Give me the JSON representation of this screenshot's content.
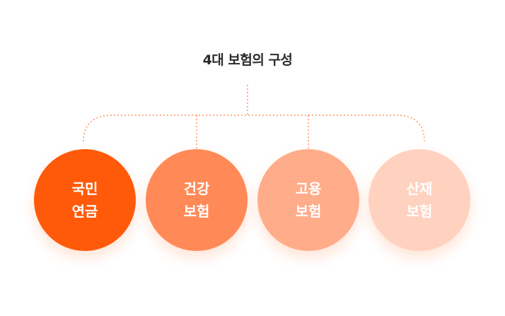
{
  "title": "4대 보험의 구성",
  "items": [
    {
      "line1": "국민",
      "line2": "연금",
      "color": "#ff5a0a"
    },
    {
      "line1": "건강",
      "line2": "보험",
      "color": "#ff8a57"
    },
    {
      "line1": "고용",
      "line2": "보험",
      "color": "#ffac8a"
    },
    {
      "line1": "산재",
      "line2": "보험",
      "color": "#ffd2bf"
    }
  ],
  "connector_color": "#ff7a3d"
}
